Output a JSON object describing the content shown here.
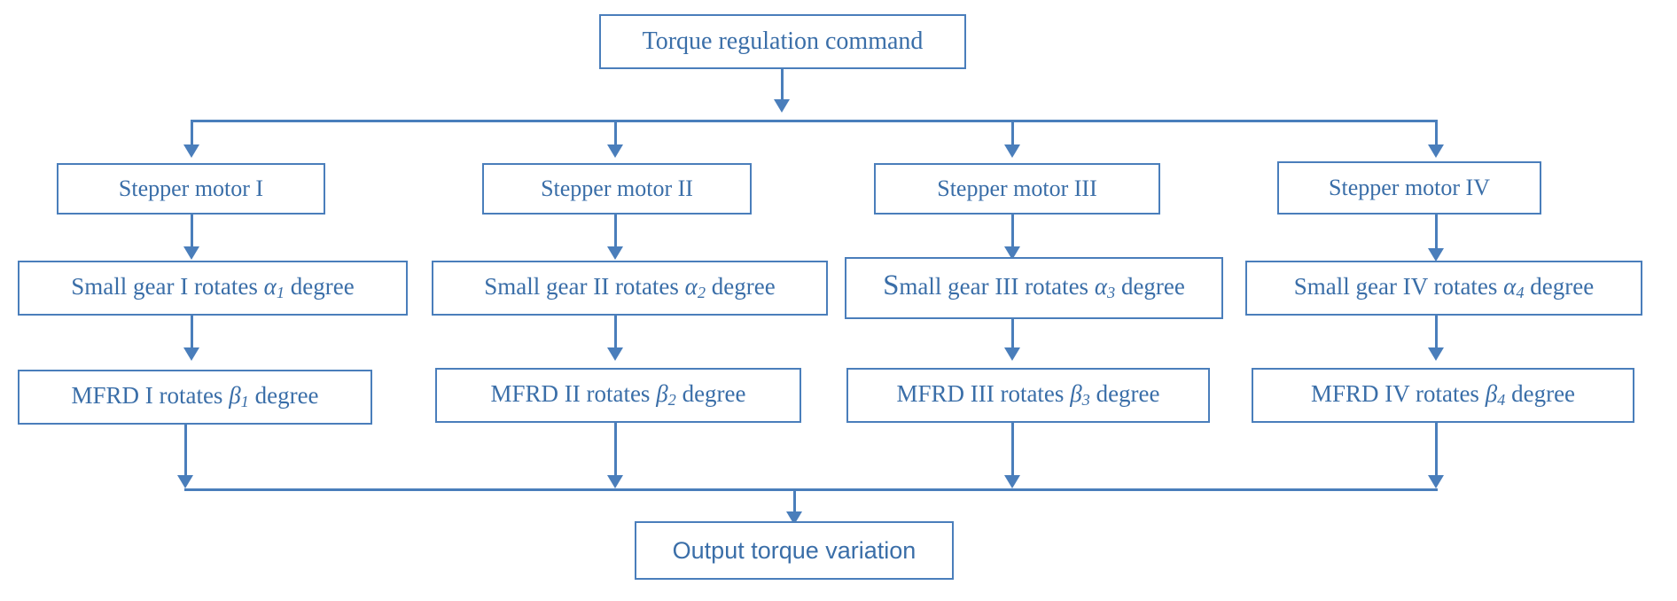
{
  "diagram": {
    "title_node": {
      "label": "Torque regulation command"
    },
    "output_node": {
      "label": "Output torque variation"
    },
    "columns": [
      {
        "motor": "Stepper motor I",
        "gear_prefix": "Small gear I rotates ",
        "gear_symbol": "α",
        "gear_subscript": "1",
        "gear_suffix": " degree",
        "mfrd_prefix": "MFRD I rotates ",
        "mfrd_symbol": "β",
        "mfrd_subscript": "1",
        "mfrd_suffix": " degree"
      },
      {
        "motor": "Stepper motor II",
        "gear_prefix": "Small gear II rotates ",
        "gear_symbol": "α",
        "gear_subscript": "2",
        "gear_suffix": " degree",
        "mfrd_prefix": "MFRD II rotates ",
        "mfrd_symbol": "β",
        "mfrd_subscript": "2",
        "mfrd_suffix": " degree"
      },
      {
        "motor": "Stepper motor III",
        "gear_prefix": "mall gear III rotates ",
        "gear_prefix_cap": "S",
        "gear_symbol": "α",
        "gear_subscript": "3",
        "gear_suffix": " degree",
        "mfrd_prefix": "MFRD III rotates ",
        "mfrd_symbol": "β",
        "mfrd_subscript": "3",
        "mfrd_suffix": " degree"
      },
      {
        "motor": "Stepper motor IV",
        "gear_prefix": "Small gear IV rotates ",
        "gear_symbol": "α",
        "gear_subscript": "4",
        "gear_suffix": " degree",
        "mfrd_prefix": "MFRD IV rotates ",
        "mfrd_symbol": "β",
        "mfrd_subscript": "4",
        "mfrd_suffix": " degree"
      }
    ],
    "colors": {
      "stroke": "#4a7ebb",
      "text": "#3a6ea8",
      "background": "#ffffff"
    }
  }
}
